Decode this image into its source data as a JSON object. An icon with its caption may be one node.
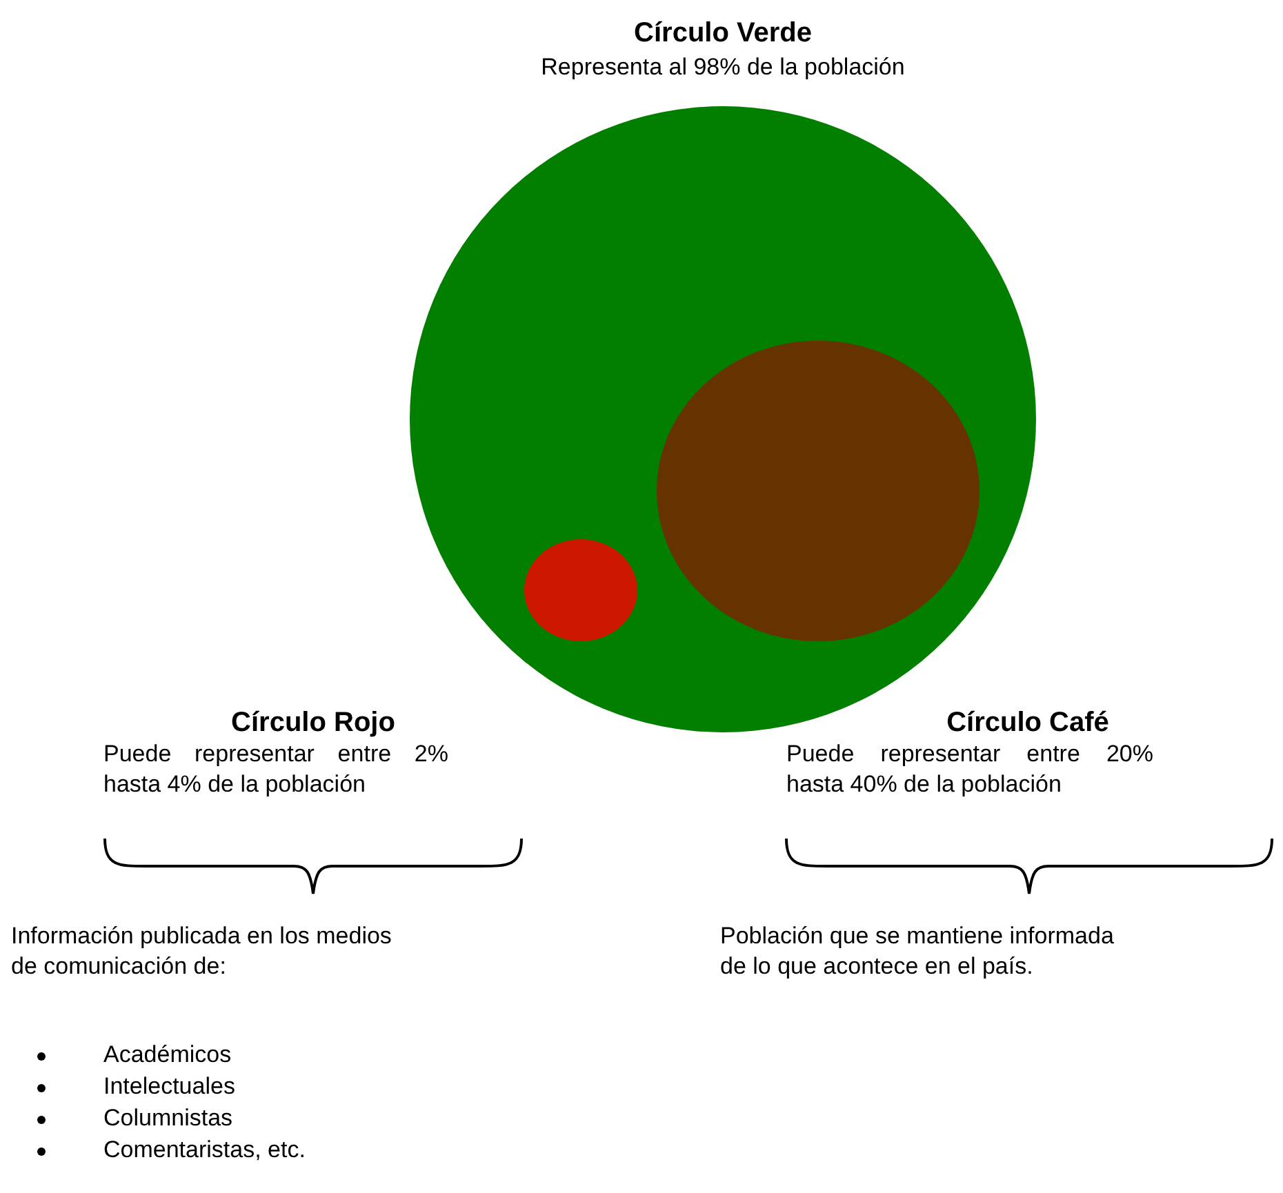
{
  "diagram": {
    "nodes": [
      {
        "text": [
          "Círculo Verde",
          "Representa al 98% de la población"
        ]
      },
      {
        "text": [],
        "shape": "circle",
        "in": 0
      },
      {
        "text": [],
        "shape": "circle",
        "in": 0
      }
    ],
    "labels": [
      "Círculo Rojo",
      "Puede representar entre 2% hasta 4% de la población",
      "Círculo Café",
      "Puede representar entre 20% hasta 40% de la población",
      "Información publicada en los medios de comunicación de:",
      "Académicos",
      "Intelectuales",
      "Columnistas",
      "Comentaristas, etc.",
      "Población que se mantiene informada de lo que acontece en el país."
    ]
  }
}
